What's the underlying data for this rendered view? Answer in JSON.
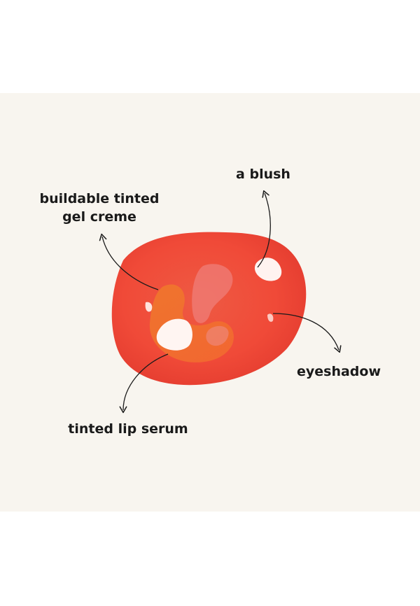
{
  "labels": {
    "gel_creme_line1": "buildable tinted",
    "gel_creme_line2": "gel creme",
    "blush": "a blush",
    "eyeshadow": "eyeshadow",
    "lip_serum": "tinted lip serum"
  },
  "colors": {
    "background": "#f8f5ef",
    "swatch": "#f2483a",
    "text": "#1a1a1a"
  }
}
